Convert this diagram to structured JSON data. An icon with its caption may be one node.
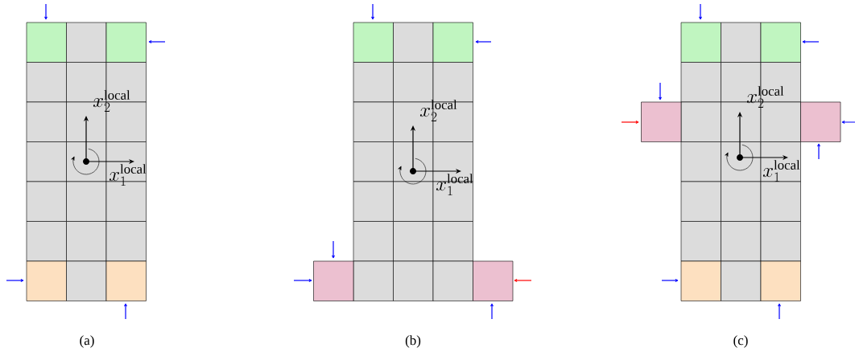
{
  "diagram": {
    "labels": [
      "x_2^{\\mathrm{local}}",
      "x_1^{\\mathrm{local}}",
      "x_2^{\\mathrm{local}}",
      "x_1^{\\mathrm{local}}",
      "x_2^{\\mathrm{local}}",
      "x_1^{\\mathrm{local}}",
      "(a)",
      "(b)",
      "(c)"
    ]
  }
}
